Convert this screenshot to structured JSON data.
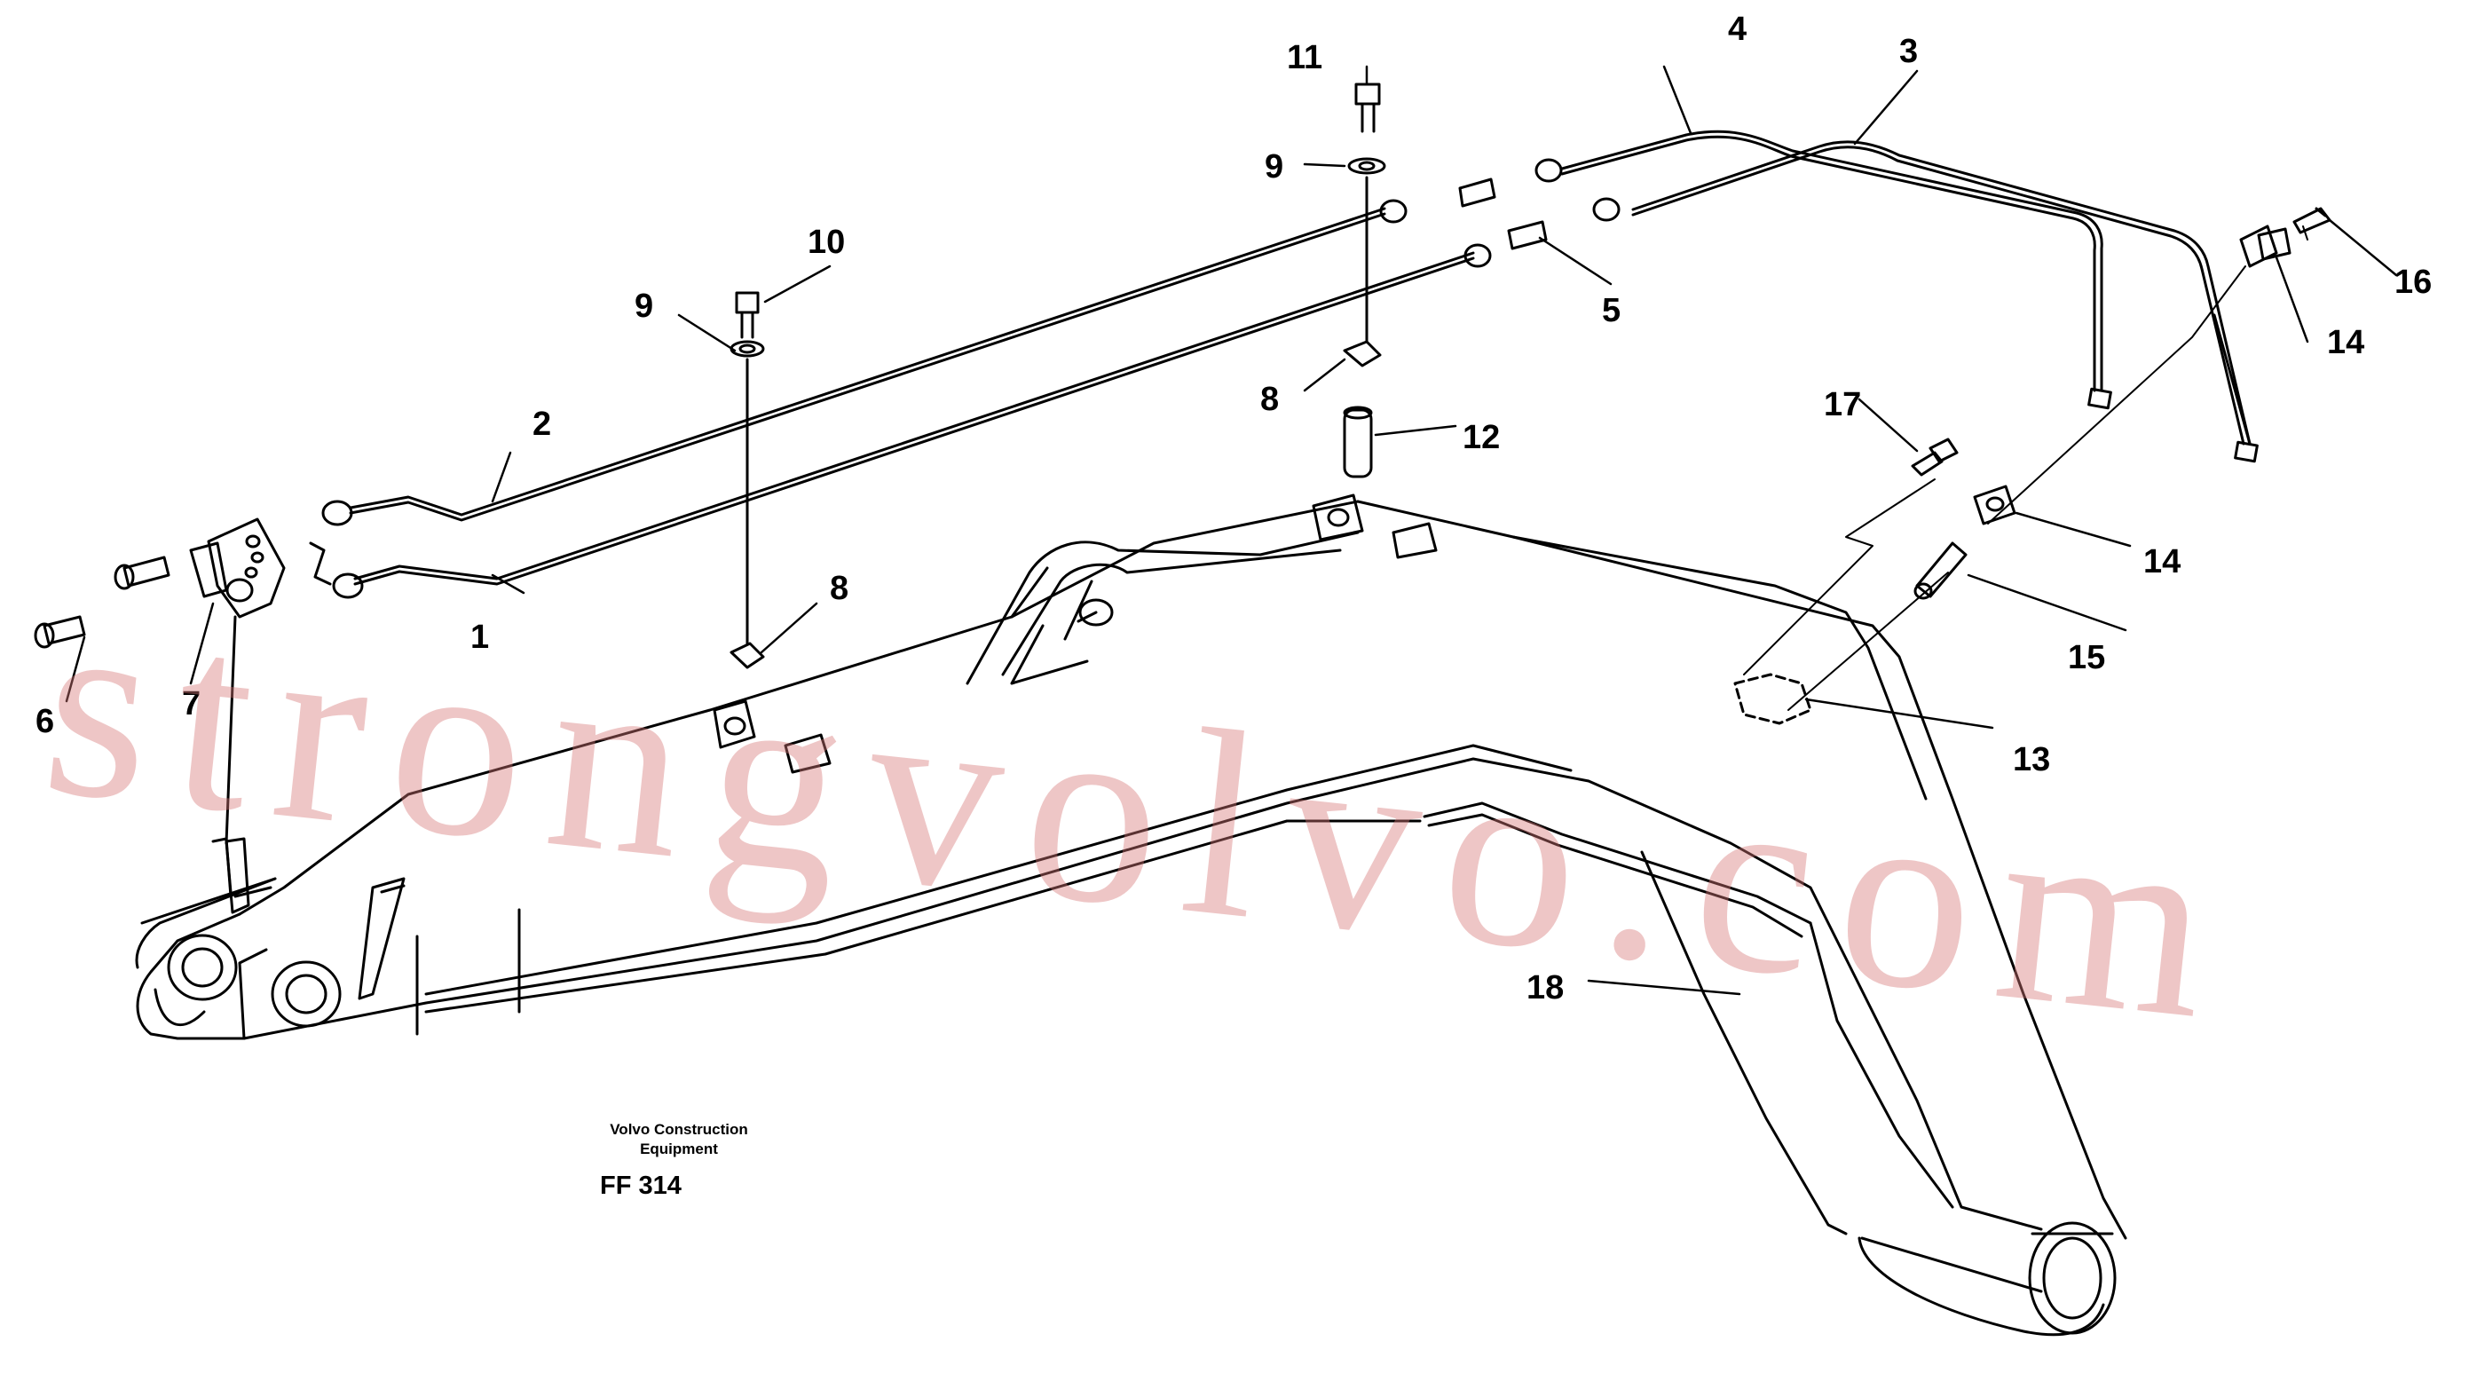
{
  "diagram": {
    "caption_line1": "Volvo Construction",
    "caption_line2": "Equipment",
    "drawing_code": "FF 314",
    "watermark": "strongvolvo.com",
    "callouts": [
      "1",
      "2",
      "3",
      "4",
      "5",
      "6",
      "7",
      "8",
      "8",
      "9",
      "9",
      "10",
      "11",
      "12",
      "13",
      "14",
      "14",
      "15",
      "16",
      "17",
      "18"
    ]
  }
}
